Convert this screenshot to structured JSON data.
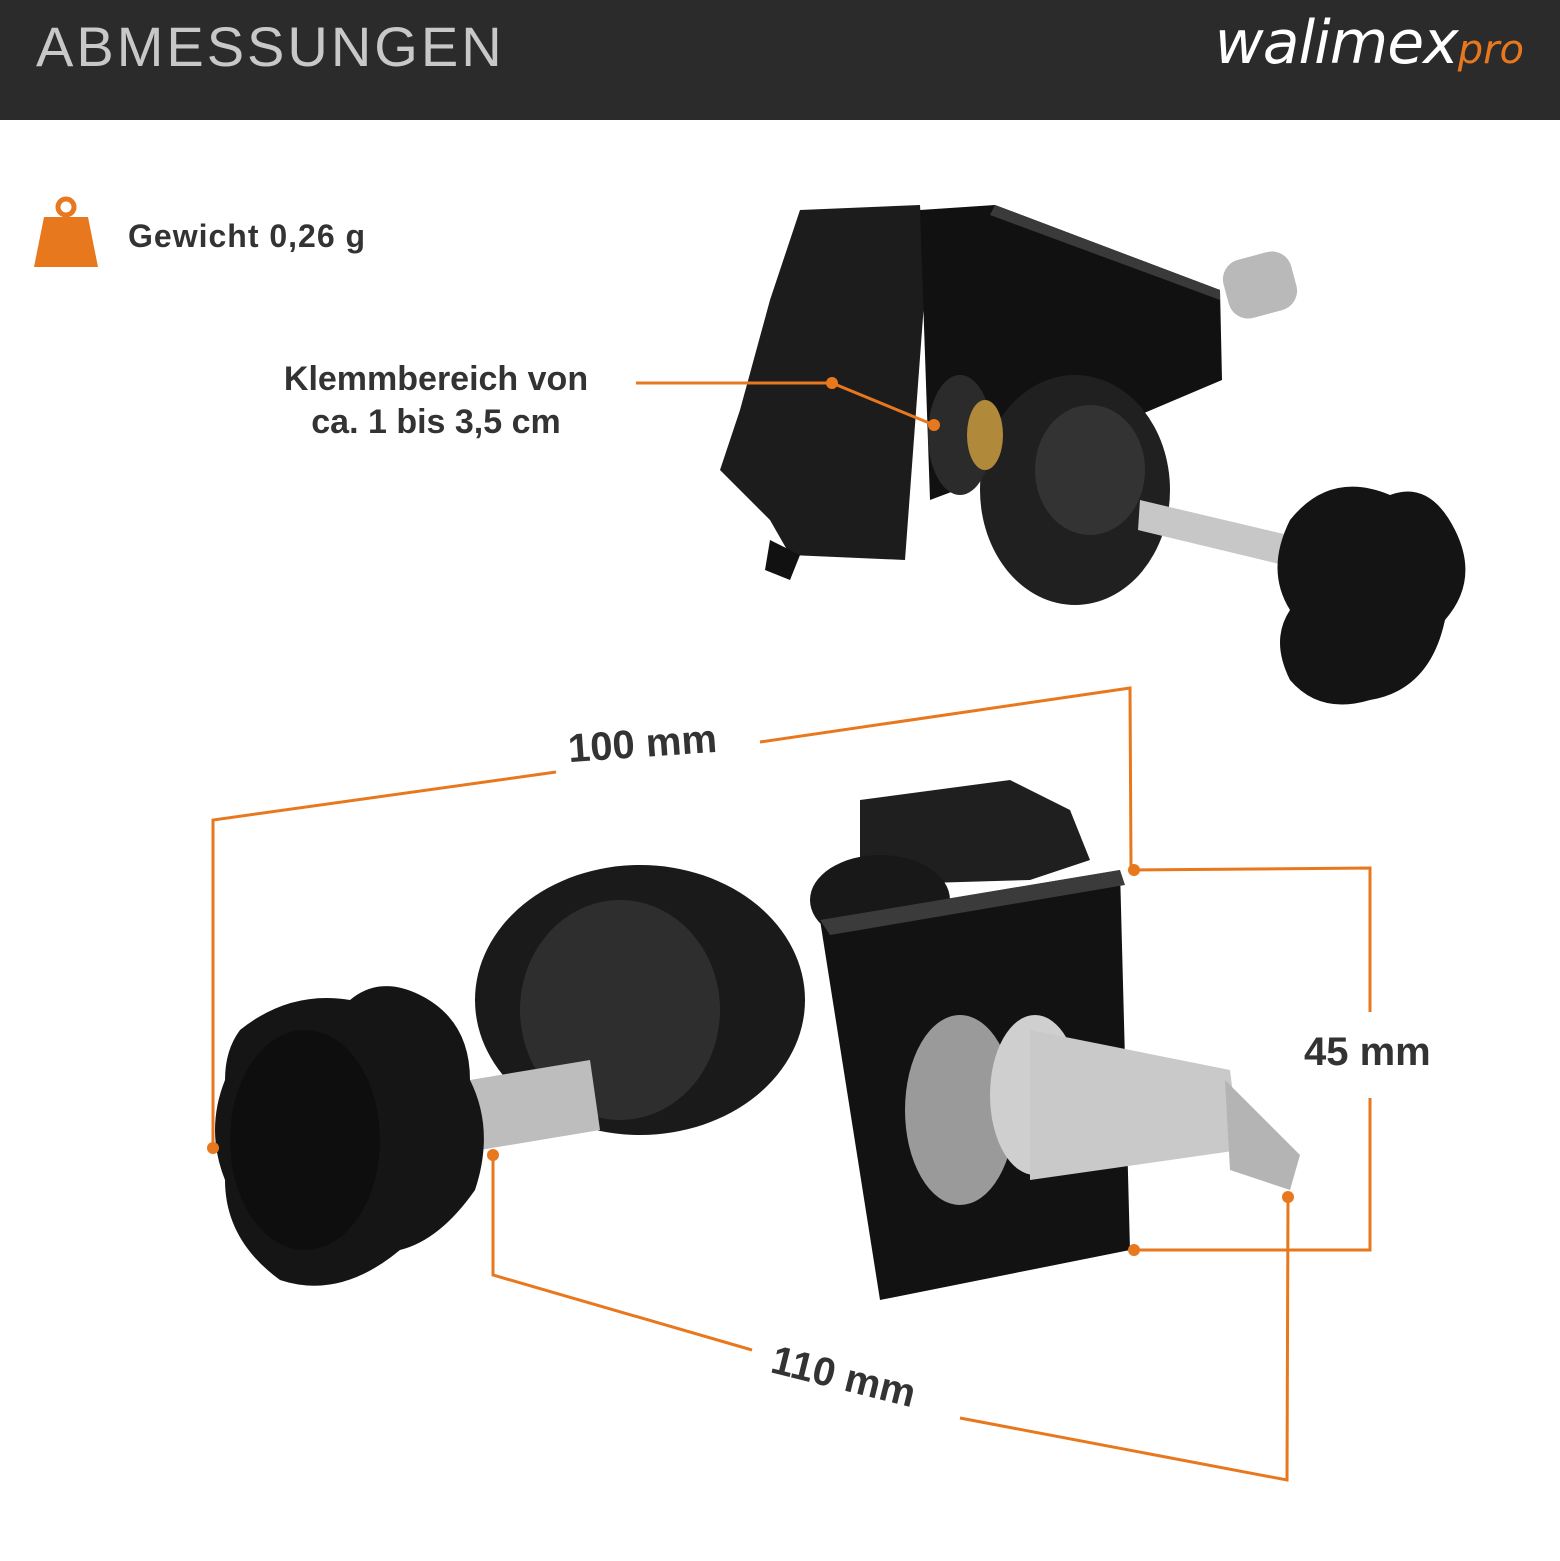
{
  "header": {
    "title": "ABMESSUNGEN",
    "logo_main": "walimex",
    "logo_pro": "pro"
  },
  "colors": {
    "accent": "#e8781e",
    "header_bg": "#2b2b2b",
    "text": "#333333"
  },
  "icons": {
    "weight": "weight-icon"
  },
  "specs": {
    "weight": "Gewicht 0,26 g",
    "clamp_range_line1": "Klemmbereich von",
    "clamp_range_line2": "ca. 1 bis 3,5 cm"
  },
  "dimensions": {
    "length_top": "100 mm",
    "height": "45 mm",
    "length_bottom": "110 mm"
  }
}
